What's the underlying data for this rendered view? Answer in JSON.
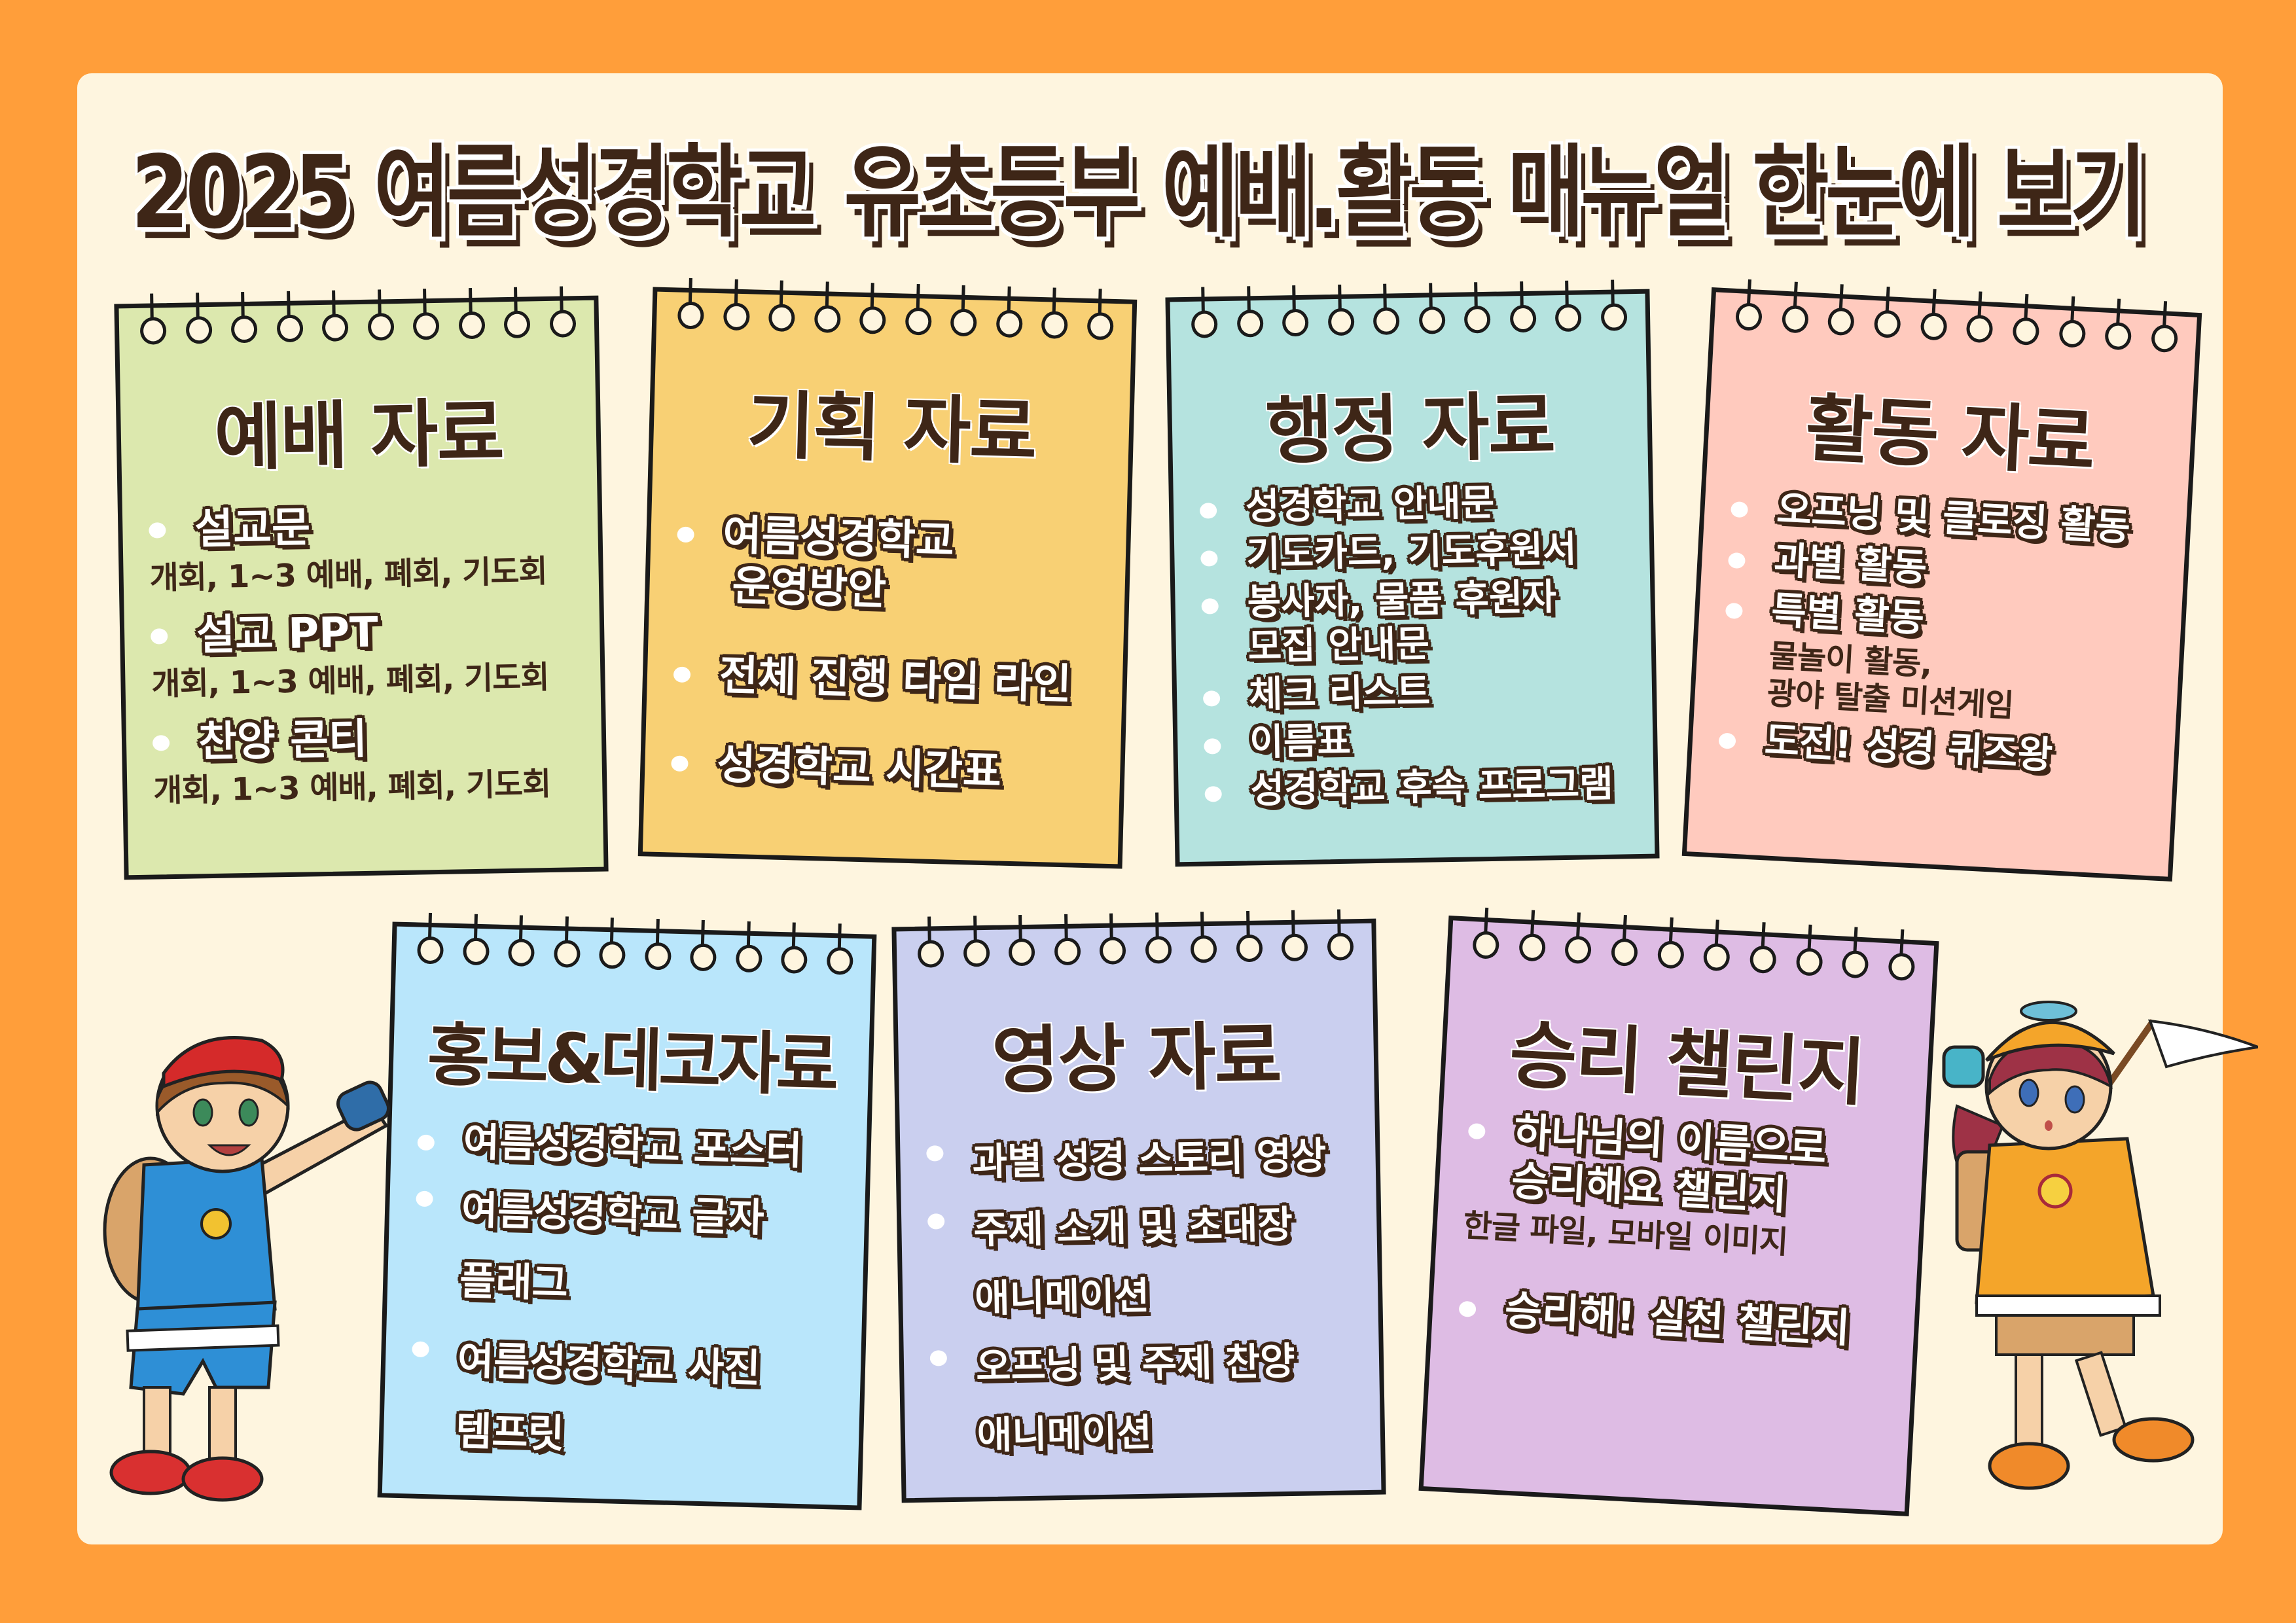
{
  "poster": {
    "title_part1": "2025 여름성경학교",
    "title_part2": "유초등부 예배.활동 매뉴얼 한눈에 보기",
    "colors": {
      "border": "#FF9E3A",
      "paper": "#FEF5DF",
      "text": "#3E2617"
    }
  },
  "cards": [
    {
      "title": "예배 자료",
      "color": "#DCE8AE",
      "items": [
        {
          "label": "설교문",
          "sub": "개회, 1~3 예배, 폐회, 기도회"
        },
        {
          "label": "설교 PPT",
          "sub": "개회, 1~3 예배, 폐회, 기도회"
        },
        {
          "label": "찬양 콘티",
          "sub": "개회, 1~3 예배, 폐회, 기도회"
        }
      ]
    },
    {
      "title": "기획 자료",
      "color": "#F8D074",
      "items": [
        {
          "label": "여름성경학교",
          "cont": "운영방안"
        },
        {
          "label": "전체 진행 타임 라인"
        },
        {
          "label": "성경학교 시간표"
        }
      ]
    },
    {
      "title": "행정 자료",
      "color": "#B5E3DF",
      "items": [
        {
          "label": "성경학교 안내문"
        },
        {
          "label": "기도카드, 기도후원서"
        },
        {
          "label": "봉사자, 물품 후원자",
          "cont": "모집 안내문"
        },
        {
          "label": "체크 리스트"
        },
        {
          "label": "이름표"
        },
        {
          "label": "성경학교 후속 프로그램"
        }
      ]
    },
    {
      "title": "활동 자료",
      "color": "#FFCABE",
      "items": [
        {
          "label": "오프닝 및 클로징 활동"
        },
        {
          "label": "과별 활동"
        },
        {
          "label": "특별 활동",
          "sub": "물놀이 활동,",
          "sub2": "광야 탈출 미션게임"
        },
        {
          "label": "도전! 성경 퀴즈왕"
        }
      ]
    },
    {
      "title": "홍보&데코자료",
      "color": "#B9E6FB",
      "items": [
        {
          "label": "여름성경학교 포스터"
        },
        {
          "label": "여름성경학교 글자",
          "cont": "플래그"
        },
        {
          "label": "여름성경학교 사진",
          "cont": "템프릿"
        }
      ]
    },
    {
      "title": "영상 자료",
      "color": "#CACFEF",
      "items": [
        {
          "label": "과별 성경 스토리 영상"
        },
        {
          "label": "주제 소개 및 초대장",
          "cont": "애니메이션"
        },
        {
          "label": "오프닝 및 주제 찬양",
          "cont": "애니메이션"
        }
      ]
    },
    {
      "title": "승리 챌린지",
      "color": "#DEBCE4",
      "items": [
        {
          "label": "하나님의 이름으로",
          "cont": "승리해요 챌린지",
          "sub": "한글 파일, 모바일 이미지"
        },
        {
          "label": "승리해! 실천 챌린지"
        }
      ]
    }
  ],
  "characters": {
    "left": "boy-explorer-pointing",
    "right": "girl-explorer-with-flag"
  }
}
